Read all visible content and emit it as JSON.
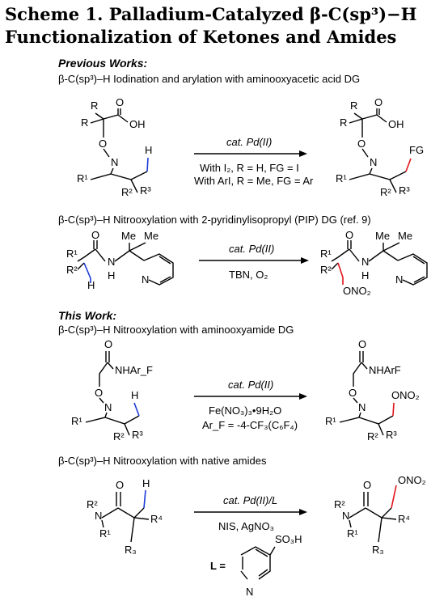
{
  "title": {
    "line1": "Scheme 1. Palladium-Catalyzed β-C(sp³)−H",
    "line2": "Functionalization of Ketones and Amides"
  },
  "sections": {
    "previous": "Previous Works:",
    "this_work": "This Work:"
  },
  "reactions": [
    {
      "heading": "β-C(sp³)–H Iodination and arylation with aminooxyacetic acid DG",
      "cond_top": "cat. Pd(II)",
      "cond_bottom_1": "With I₂, R = H, FG = I",
      "cond_bottom_2": "With ArI, R = Me, FG = Ar"
    },
    {
      "heading": "β-C(sp³)–H Nitrooxylation with 2-pyridinylisopropyl (PIP) DG (ref. 9)",
      "cond_top": "cat. Pd(II)",
      "cond_bottom_1": "TBN, O₂"
    },
    {
      "heading": "β-C(sp³)–H Nitrooxylation with aminooxyamide DG",
      "cond_top": "cat. Pd(II)",
      "cond_bottom_1": "Fe(NO₃)₃•9H₂O",
      "cond_bottom_2": "Ar_F = -4-CF₃(C₆F₄)"
    },
    {
      "heading": "β-C(sp³)–H Nitrooxylation with native amides",
      "cond_top": "cat. Pd(II)/L",
      "cond_bottom_1": "NIS, AgNO₃",
      "ligand_label": "L =",
      "ligand_group": "SO₃H"
    }
  ],
  "labels": {
    "R": "R",
    "O": "O",
    "OH": "OH",
    "N": "N",
    "H": "H",
    "FG": "FG",
    "R1": "R¹",
    "R2": "R²",
    "R3": "R³",
    "R4": "R⁴",
    "R3sub": "R₃",
    "Me": "Me",
    "ONO2": "ONO₂",
    "NHArF": "NHAr_F",
    "NHArF2": "NHArF"
  },
  "colors": {
    "blue_bond": "#1a3bd6",
    "red_bond": "#e0141a"
  }
}
